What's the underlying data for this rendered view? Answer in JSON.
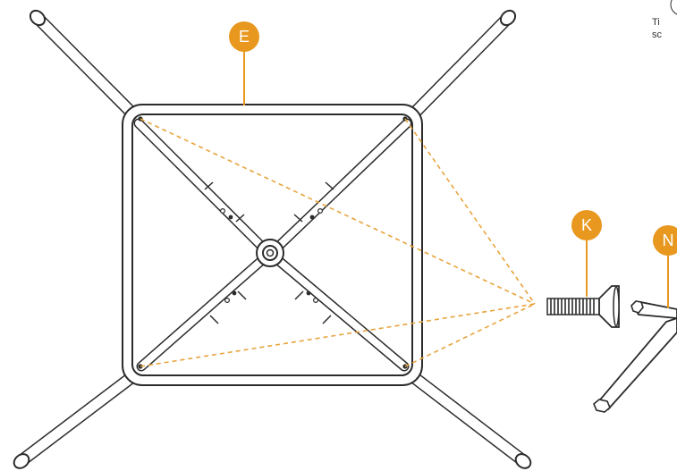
{
  "labels": {
    "frame": "E",
    "screw": "K",
    "allen_key": "N"
  },
  "tip_note": {
    "line1": "Ti",
    "line2": "sc"
  },
  "colors": {
    "badge": "#e8981f",
    "guide": "#e8a33c",
    "line": "#2b2b2b"
  },
  "icons": [
    "info-icon"
  ]
}
